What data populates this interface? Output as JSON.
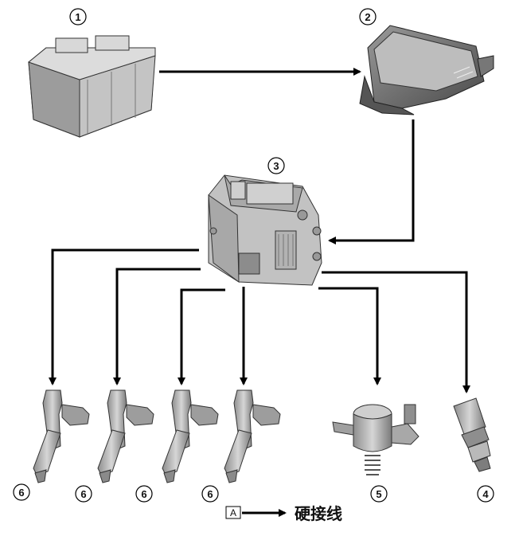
{
  "components": [
    {
      "num": "1",
      "icon": "battery-icon"
    },
    {
      "num": "2",
      "icon": "fuse-box-icon"
    },
    {
      "num": "3",
      "icon": "ecu-icon"
    },
    {
      "num": "4",
      "icon": "pressure-sensor-icon"
    },
    {
      "num": "5",
      "icon": "high-pressure-pump-icon"
    },
    {
      "num": "6",
      "icon": "fuel-injector-icon"
    }
  ],
  "legend": {
    "letter": "A",
    "text": "硬接线"
  },
  "colors": {
    "line": "#000000",
    "component_fill": "#c9c9c9",
    "component_dark": "#8a8a8a"
  }
}
